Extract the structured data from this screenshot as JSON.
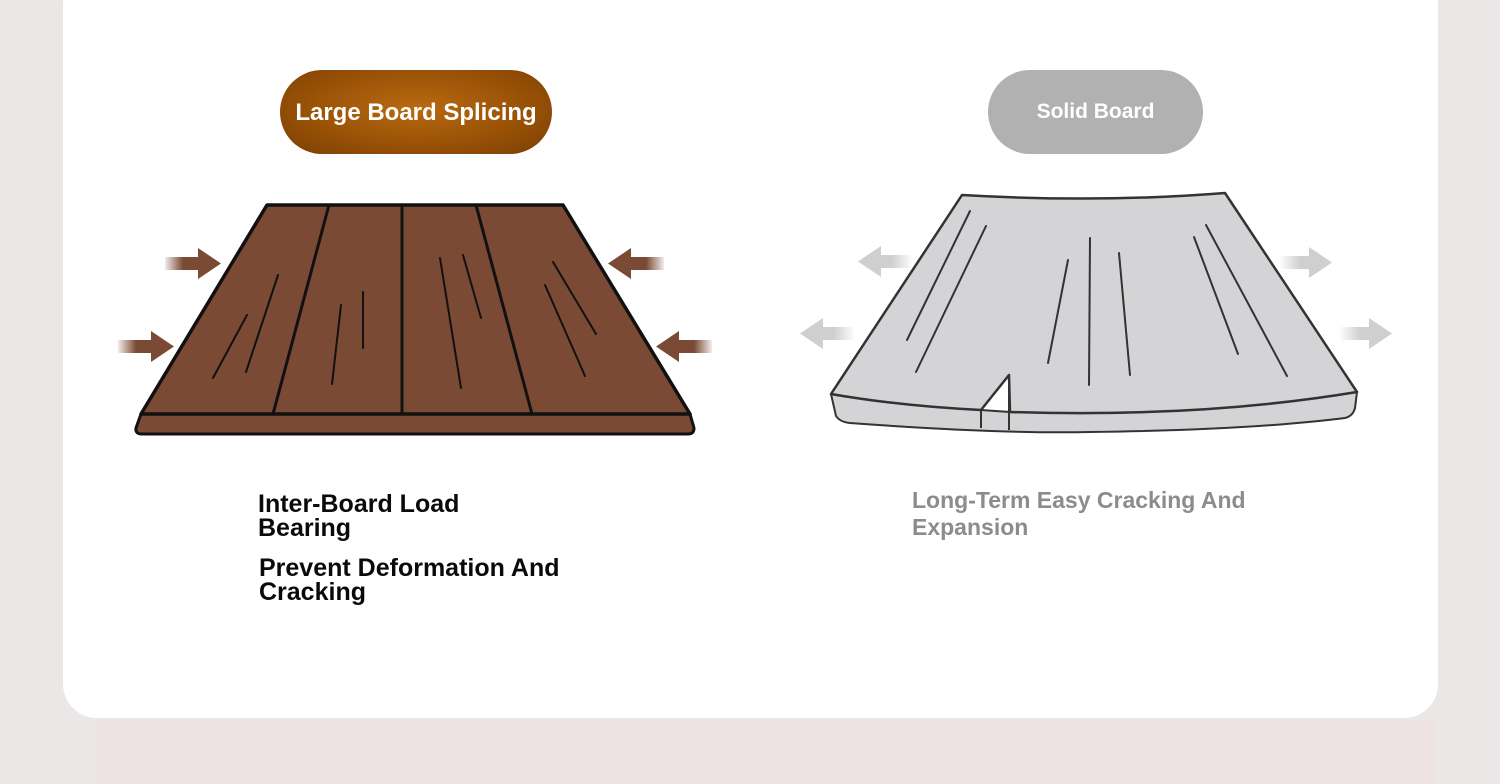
{
  "comparison": {
    "left": {
      "badge_label": "Large Board Splicing",
      "badge_color": "#9a5206",
      "board_color": "#7b4a35",
      "arrow_color": "#7b4a35",
      "captions": [
        "Inter-Board Load Bearing",
        "Prevent Deformation And Cracking"
      ]
    },
    "right": {
      "badge_label": "Solid Board",
      "badge_color": "#b2b1b1",
      "board_color": "#d4d3d5",
      "arrow_color": "#c8c8c8",
      "captions": [
        "Long-Term Easy Cracking And Expansion"
      ]
    }
  }
}
